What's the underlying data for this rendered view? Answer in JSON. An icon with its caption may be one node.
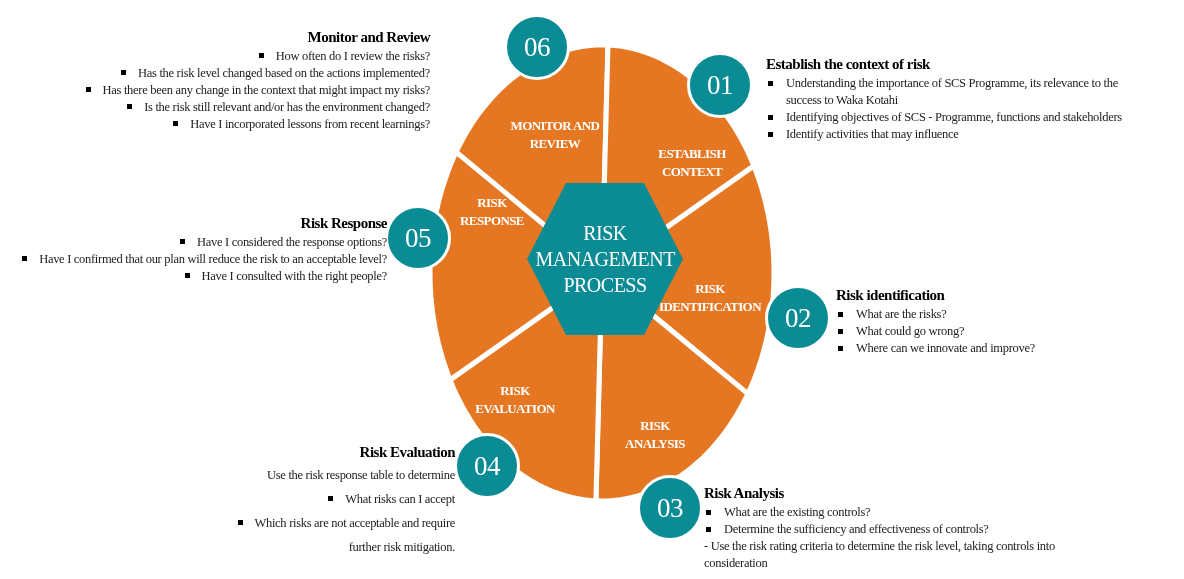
{
  "diagram": {
    "nodes": [
      {
        "text": [
          "RISK MANAGEMENT PROCESS"
        ]
      },
      {
        "text": [
          "MONITOR AND REVIEW"
        ]
      },
      {
        "text": [
          "ESTABLISH CONTEXT"
        ]
      },
      {
        "text": [
          "RISK IDENTIFICATION"
        ]
      },
      {
        "text": [
          "RISK ANALYSIS"
        ]
      },
      {
        "text": [
          "RISK EVALUATION"
        ]
      },
      {
        "text": [
          "RISK RESPONSE"
        ]
      },
      {
        "text": [
          "06"
        ],
        "beside": [
          "Monitor and Review",
          "How often do I review the risks?",
          "Has the risk level changed based on the actions implemented?",
          "Has there been any change in the context that might impact my risks?",
          "Is the risk still relevant and/or has the environment changed?",
          "Have I incorporated lessons from recent learnings?"
        ]
      },
      {
        "text": [
          "01"
        ],
        "beside": [
          "Establish the context of risk",
          "Understanding the importance of SCS Programme, its relevance to the success to Waka Kotahi",
          "Identifying objectives of SCS - Programme, functions and stakeholders",
          "Identify activities that may influence"
        ]
      },
      {
        "text": [
          "02"
        ],
        "beside": [
          "Risk identification",
          "What are the risks?",
          "What could go wrong?",
          "Where can we innovate and improve?"
        ]
      },
      {
        "text": [
          "03"
        ],
        "beside": [
          "Risk Analysis",
          "What are the existing controls?",
          "Determine the sufficiency and effectiveness of controls?",
          "- Use the risk rating criteria to determine the risk level, taking controls into consideration"
        ]
      },
      {
        "text": [
          "04"
        ],
        "beside": [
          "Risk  Evaluation",
          "Use the risk response table to determine",
          "What risks can I accept",
          "Which risks are not acceptable and require further risk mitigation."
        ]
      },
      {
        "text": [
          "05"
        ],
        "beside": [
          "Risk Response",
          "Have I considered the response options?",
          "Have I confirmed that our plan will reduce the risk to an acceptable level?",
          "Have I consulted with the right people?"
        ]
      }
    ],
    "edges": []
  }
}
